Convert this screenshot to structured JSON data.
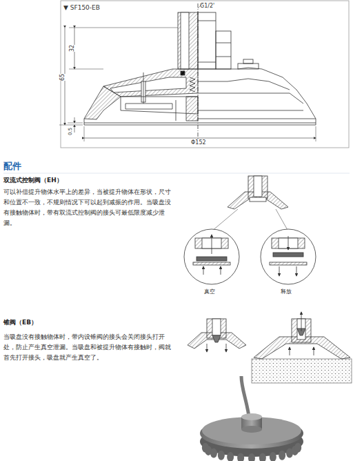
{
  "diagram": {
    "labels": [
      "▼ SF150-EB",
      "G1/2'",
      "32",
      "65",
      "0.5",
      "Φ152",
      "配件",
      "双流式控制阀（EH）",
      "可以补偿提升物体水平上的差异，当被提升物体在形状，尺寸和位置不一致，不规则情况下可以起到减振的作用。当吸盘没有接触物体时，带有双流式控制阀的接头可最低限度减少泄漏。",
      "真空",
      "释放",
      "锥阀（EB）",
      "当吸盘没有接触物体时，带内设锥阀的接头会关闭接头打开处，防止产生真空泄漏。当吸盘和被提升物体有接触时，阀就首先打开接头，吸盘就产生真空了。"
    ]
  }
}
